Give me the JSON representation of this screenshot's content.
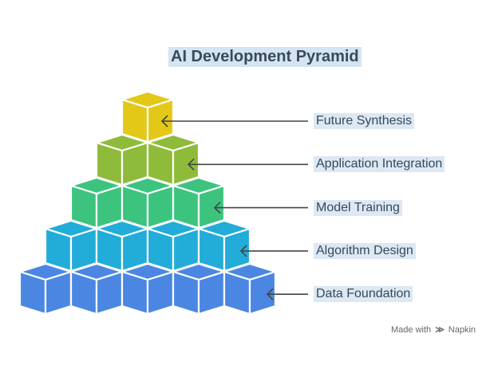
{
  "title": "AI Development Pyramid",
  "levels": [
    {
      "label": "Future Synthesis",
      "color": "#e3c817",
      "cubes": 1
    },
    {
      "label": "Application Integration",
      "color": "#8fbb3a",
      "cubes": 2
    },
    {
      "label": "Model Training",
      "color": "#3cc47f",
      "cubes": 3
    },
    {
      "label": "Algorithm Design",
      "color": "#22acd9",
      "cubes": 4
    },
    {
      "label": "Data Foundation",
      "color": "#4b87e2",
      "cubes": 5
    }
  ],
  "credit": {
    "prefix": "Made with",
    "brand": "Napkin"
  }
}
